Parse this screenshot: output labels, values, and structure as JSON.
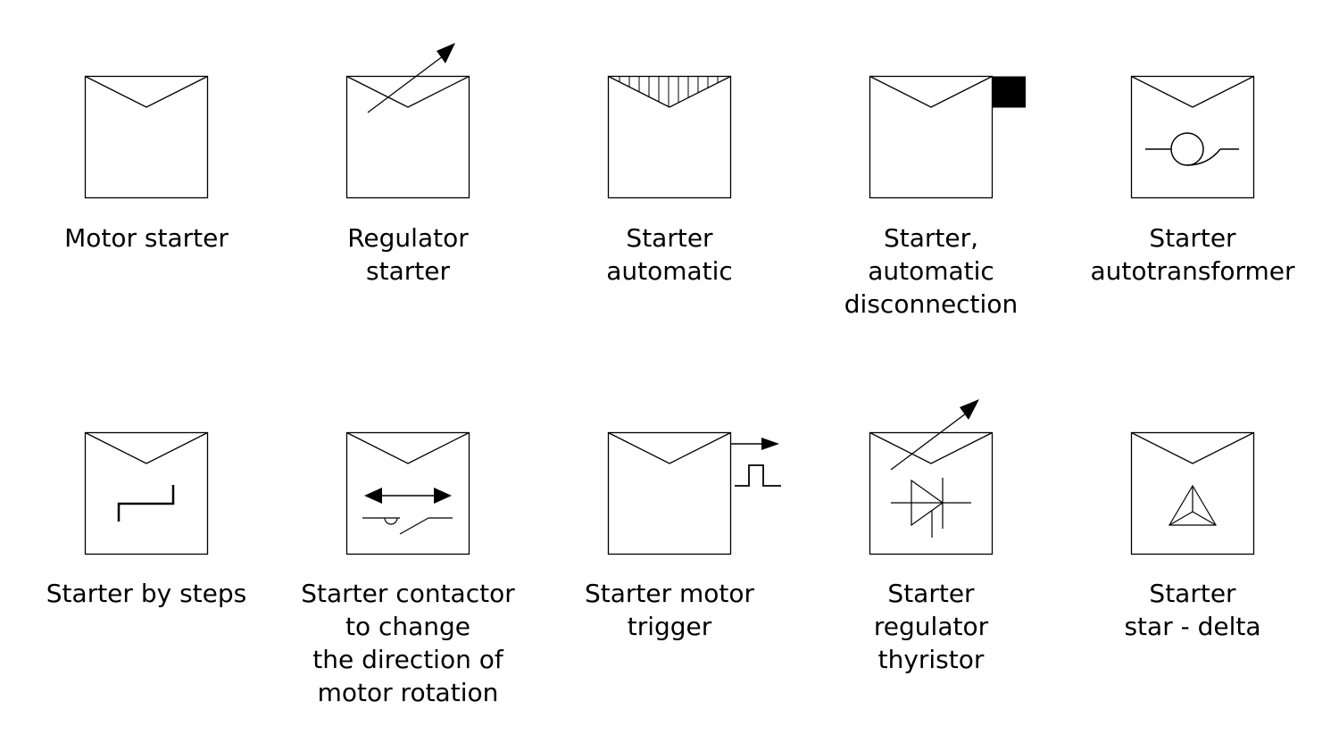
{
  "colors": {
    "stroke": "#000000",
    "background": "#ffffff",
    "text": "#000000"
  },
  "symbols": [
    {
      "id": "motor-starter",
      "label_lines": [
        "Motor starter"
      ],
      "icon": "motor-starter-icon"
    },
    {
      "id": "regulator-starter",
      "label_lines": [
        "Regulator",
        "starter"
      ],
      "icon": "regulator-starter-icon"
    },
    {
      "id": "starter-automatic",
      "label_lines": [
        "Starter",
        "automatic"
      ],
      "icon": "starter-automatic-icon"
    },
    {
      "id": "starter-automatic-disconnection",
      "label_lines": [
        "Starter,",
        "automatic",
        "disconnection"
      ],
      "icon": "starter-automatic-disconnection-icon"
    },
    {
      "id": "starter-autotransformer",
      "label_lines": [
        "Starter",
        "autotransformer"
      ],
      "icon": "starter-autotransformer-icon"
    },
    {
      "id": "starter-by-steps",
      "label_lines": [
        "Starter by steps"
      ],
      "icon": "starter-by-steps-icon"
    },
    {
      "id": "starter-contactor",
      "label_lines": [
        "Starter contactor",
        "to change",
        "the direction of",
        "motor rotation"
      ],
      "icon": "starter-contactor-direction-icon"
    },
    {
      "id": "starter-motor-trigger",
      "label_lines": [
        "Starter motor",
        "trigger"
      ],
      "icon": "starter-motor-trigger-icon"
    },
    {
      "id": "starter-regulator-thyristor",
      "label_lines": [
        "Starter",
        "regulator",
        "thyristor"
      ],
      "icon": "starter-regulator-thyristor-icon"
    },
    {
      "id": "starter-star-delta",
      "label_lines": [
        "Starter",
        "star - delta"
      ],
      "icon": "starter-star-delta-icon"
    }
  ]
}
